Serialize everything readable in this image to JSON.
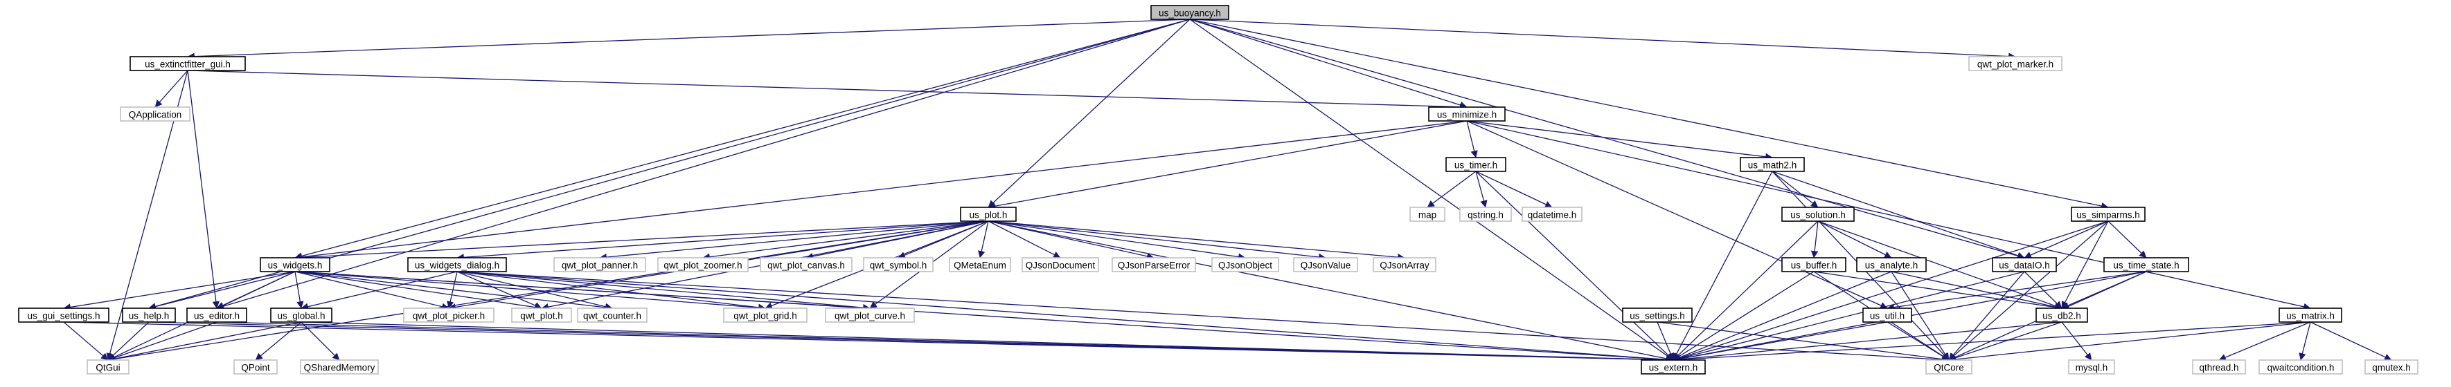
{
  "graph_title": "us_buoyancy.h",
  "colors": {
    "edge": "#191970",
    "root_fill": "#bfbfbf",
    "node_border": "#000000",
    "external_border": "#bfbfbf",
    "background": "#ffffff"
  },
  "nodes": {
    "us_buoyancy_h": "us_buoyancy.h",
    "us_extinctfitter_gui_h": "us_extinctfitter_gui.h",
    "qwt_plot_marker_h": "qwt_plot_marker.h",
    "QApplication": "QApplication",
    "us_minimize_h": "us_minimize.h",
    "us_timer_h": "us_timer.h",
    "map": "map",
    "qstring_h": "qstring.h",
    "qdatetime_h": "qdatetime.h",
    "us_math2_h": "us_math2.h",
    "us_solution_h": "us_solution.h",
    "us_simparms_h": "us_simparms.h",
    "us_plot_h": "us_plot.h",
    "us_widgets_h": "us_widgets.h",
    "us_widgets_dialog_h": "us_widgets_dialog.h",
    "qwt_plot_panner_h": "qwt_plot_panner.h",
    "qwt_plot_zoomer_h": "qwt_plot_zoomer.h",
    "qwt_plot_canvas_h": "qwt_plot_canvas.h",
    "qwt_symbol_h": "qwt_symbol.h",
    "QMetaEnum": "QMetaEnum",
    "QJsonDocument": "QJsonDocument",
    "QJsonParseError": "QJsonParseError",
    "QJsonObject": "QJsonObject",
    "QJsonValue": "QJsonValue",
    "QJsonArray": "QJsonArray",
    "us_dataIO_h": "us_dataIO.h",
    "us_buffer_h": "us_buffer.h",
    "us_analyte_h": "us_analyte.h",
    "us_time_state_h": "us_time_state.h",
    "us_gui_settings_h": "us_gui_settings.h",
    "us_help_h": "us_help.h",
    "us_editor_h": "us_editor.h",
    "us_global_h": "us_global.h",
    "qwt_plot_picker_h": "qwt_plot_picker.h",
    "qwt_plot_h": "qwt_plot.h",
    "qwt_counter_h": "qwt_counter.h",
    "qwt_plot_grid_h": "qwt_plot_grid.h",
    "qwt_plot_curve_h": "qwt_plot_curve.h",
    "us_settings_h": "us_settings.h",
    "us_util_h": "us_util.h",
    "us_db2_h": "us_db2.h",
    "us_matrix_h": "us_matrix.h",
    "QtGui": "QtGui",
    "QPoint": "QPoint",
    "QSharedMemory": "QSharedMemory",
    "us_extern_h": "us_extern.h",
    "QtCore": "QtCore",
    "mysql_h": "mysql.h",
    "qthread_h": "qthread.h",
    "qwaitcondition_h": "qwaitcondition.h",
    "qmutex_h": "qmutex.h"
  }
}
